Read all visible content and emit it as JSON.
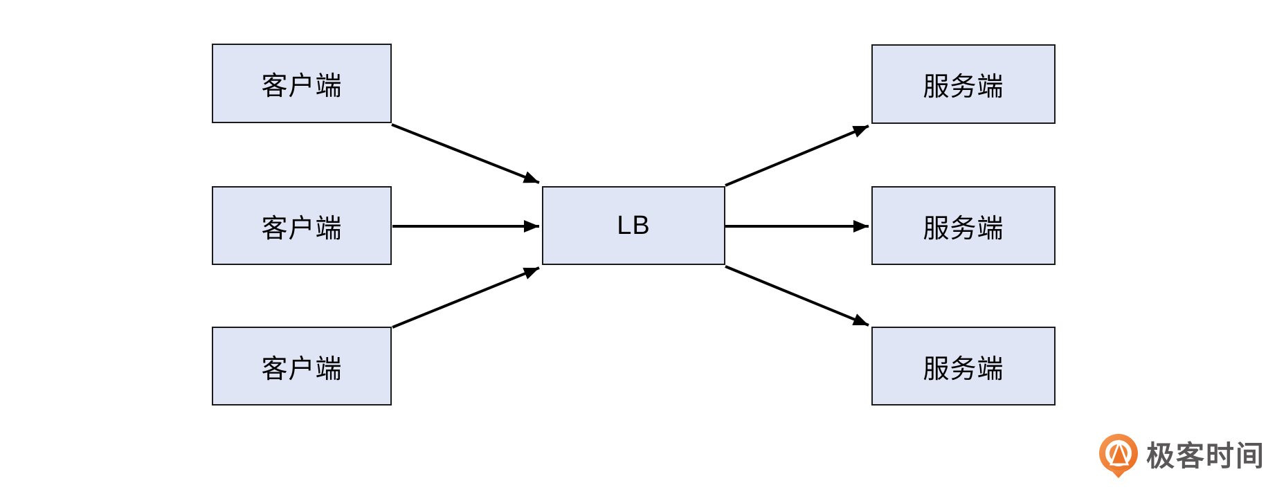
{
  "diagram": {
    "title": "load-balancer-topology",
    "nodes": {
      "client1": {
        "label": "客户端"
      },
      "client2": {
        "label": "客户端"
      },
      "client3": {
        "label": "客户端"
      },
      "lb": {
        "label": "LB"
      },
      "server1": {
        "label": "服务端"
      },
      "server2": {
        "label": "服务端"
      },
      "server3": {
        "label": "服务端"
      }
    },
    "edges": [
      {
        "from": "client1",
        "to": "lb"
      },
      {
        "from": "client2",
        "to": "lb"
      },
      {
        "from": "client3",
        "to": "lb"
      },
      {
        "from": "lb",
        "to": "server1"
      },
      {
        "from": "lb",
        "to": "server2"
      },
      {
        "from": "lb",
        "to": "server3"
      }
    ],
    "colors": {
      "node_fill": "#e0e5f6",
      "node_border": "#1a1a1a",
      "arrow": "#000000",
      "background": "#ffffff"
    }
  },
  "branding": {
    "logo_text": "极客时间",
    "logo_text_color": "#595757",
    "logo_gradient_start": "#f59b57",
    "logo_gradient_end": "#eb6a1e"
  }
}
